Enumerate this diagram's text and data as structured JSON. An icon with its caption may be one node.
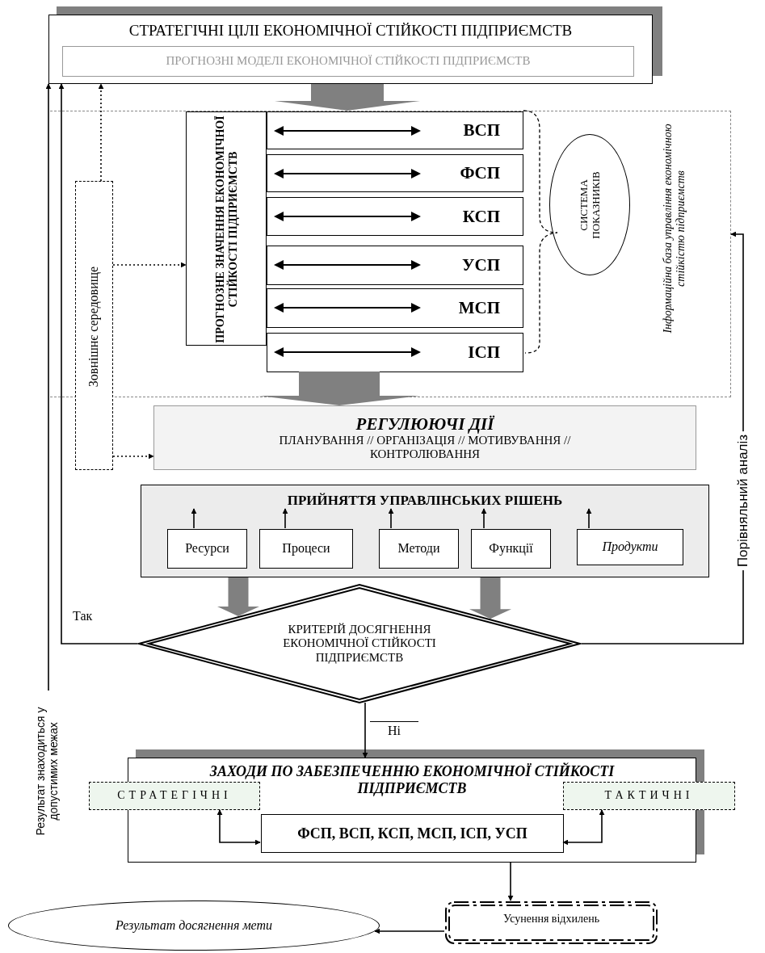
{
  "diagram": {
    "nodes": [
      {
        "text": [
          "СТРАТЕГІЧНІ ЦІЛІ ЕКОНОМІЧНОЇ СТІЙКОСТІ ПІДПРИЄМСТВ"
        ]
      },
      {
        "text": [
          "ПРОГНОЗНІ МОДЕЛІ ЕКОНОМІЧНОЇ СТІЙКОСТІ ПІДПРИЄМСТВ"
        ],
        "in": 0
      },
      {
        "text": [
          "Інформаційна база управління економічною стійкістю підприємств"
        ]
      },
      {
        "text": [
          "Зовнішнє середовище"
        ]
      },
      {
        "text": [
          "ПРОГНОЗНЕ ЗНАЧЕННЯ ЕКОНОМІЧНОЇ СТІЙКОСТІ ПІДПРИЄМСТВ"
        ],
        "in": 2
      },
      {
        "text": [
          "ВСП"
        ],
        "in": 2
      },
      {
        "text": [
          "ФСП"
        ],
        "in": 2
      },
      {
        "text": [
          "КСП"
        ],
        "in": 2
      },
      {
        "text": [
          "УСП"
        ],
        "in": 2
      },
      {
        "text": [
          "МСП"
        ],
        "in": 2
      },
      {
        "text": [
          "ІСП"
        ],
        "in": 2
      },
      {
        "text": [
          "СИСТЕМА ПОКАЗНИКІВ"
        ],
        "in": 2
      },
      {
        "text": [
          "РЕГУЛЮЮЧІ ДІЇ",
          "ПЛАНУВАННЯ // ОРГАНІЗАЦІЯ // МОТИВУВАННЯ // КОНТРОЛЮВАННЯ"
        ]
      },
      {
        "text": [
          "ПРИЙНЯТТЯ УПРАВЛІНСЬКИХ РІШЕНЬ"
        ]
      },
      {
        "text": [
          "Ресурси"
        ],
        "in": 13
      },
      {
        "text": [
          "Процеси"
        ],
        "in": 13
      },
      {
        "text": [
          "Методи"
        ],
        "in": 13
      },
      {
        "text": [
          "Функції"
        ],
        "in": 13
      },
      {
        "text": [
          "Продукти"
        ],
        "in": 13
      },
      {
        "text": [
          "КРИТЕРІЙ ДОСЯГНЕННЯ ЕКОНОМІЧНОЇ СТІЙКОСТІ ПІДПРИЄМСТВ"
        ]
      },
      {
        "text": [
          "Результат знаходиться у допустимих межах"
        ]
      },
      {
        "text": [
          "ЗАХОДИ ПО ЗАБЕЗПЕЧЕННЮ ЕКОНОМІЧНОЇ СТІЙКОСТІ ПІДПРИЄМСТВ"
        ]
      },
      {
        "text": [
          "СТРАТЕГІЧНІ"
        ]
      },
      {
        "text": [
          "ТАКТИЧНІ"
        ]
      },
      {
        "text": [
          "ФСП, ВСП, КСП, МСП, ІСП, УСП"
        ],
        "in": 21
      },
      {
        "text": [
          "Усунення відхилень"
        ]
      },
      {
        "text": [
          "Результат досягнення мети"
        ]
      }
    ],
    "edges": [
      {
        "from": 0,
        "to": 2,
        "arrow": "to",
        "style": "thick",
        "color": "#808080"
      },
      {
        "from": 3,
        "to": 0,
        "arrow": "to",
        "style": "dashed"
      },
      {
        "from": 3,
        "to": 4,
        "arrow": "to",
        "style": "dashed"
      },
      {
        "from": 3,
        "to": 12,
        "arrow": "to",
        "style": "dashed"
      },
      {
        "from": 10,
        "to": 12,
        "arrow": "to",
        "style": "thick",
        "color": "#808080"
      },
      {
        "from": 14,
        "to": 13,
        "arrow": "to"
      },
      {
        "from": 15,
        "to": 13,
        "arrow": "to"
      },
      {
        "from": 16,
        "to": 13,
        "arrow": "to"
      },
      {
        "from": 17,
        "to": 13,
        "arrow": "to"
      },
      {
        "from": 18,
        "to": 13,
        "arrow": "to"
      },
      {
        "from": 13,
        "to": 19,
        "arrow": "to",
        "style": "thick",
        "color": "#808080"
      },
      {
        "from": 13,
        "to": 19,
        "arrow": "to",
        "style": "thick",
        "color": "#808080"
      },
      {
        "from": 19,
        "to": 0,
        "arrow": "to",
        "label": "Так"
      },
      {
        "from": 20,
        "to": 0,
        "arrow": "to"
      },
      {
        "from": 19,
        "to": 2,
        "arrow": "to",
        "label": "Порівняльний аналіз"
      },
      {
        "from": 19,
        "to": 21,
        "arrow": "to",
        "label": "Ні"
      },
      {
        "from": 22,
        "to": 24,
        "arrow": "both"
      },
      {
        "from": 23,
        "to": 24,
        "arrow": "both"
      },
      {
        "from": 21,
        "to": 25,
        "arrow": "to"
      },
      {
        "from": 25,
        "to": 26,
        "arrow": "to"
      }
    ]
  }
}
